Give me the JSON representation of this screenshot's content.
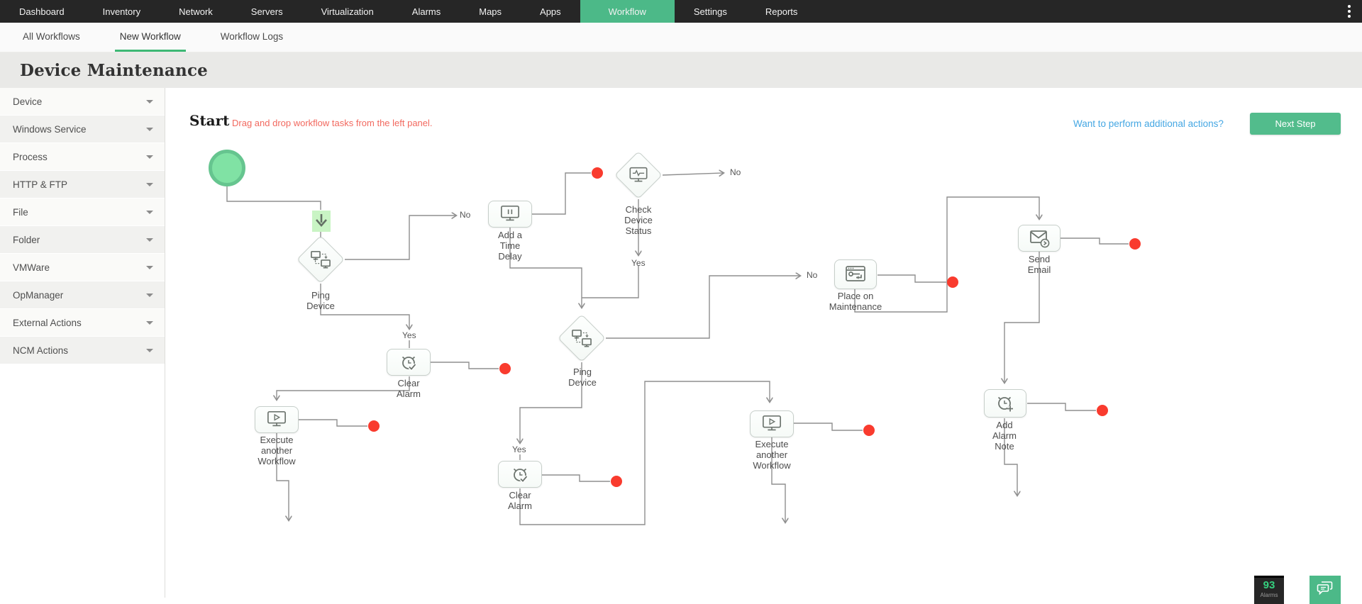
{
  "nav": {
    "items": [
      "Dashboard",
      "Inventory",
      "Network",
      "Servers",
      "Virtualization",
      "Alarms",
      "Maps",
      "Apps",
      "Workflow",
      "Settings",
      "Reports"
    ],
    "active": "Workflow",
    "overflow_menu_icon": "kebab-menu-icon"
  },
  "tabs": {
    "items": [
      "All Workflows",
      "New Workflow",
      "Workflow Logs"
    ],
    "active": "New Workflow"
  },
  "page": {
    "title": "Device Maintenance"
  },
  "sidebar": {
    "items": [
      "Device",
      "Windows Service",
      "Process",
      "HTTP & FTP",
      "File",
      "Folder",
      "VMWare",
      "OpManager",
      "External Actions",
      "NCM Actions"
    ],
    "chevron_icon": "chevron-down-icon"
  },
  "canvas_header": {
    "start_label": "Start",
    "hint": "Drag and drop workflow tasks from the left panel.",
    "link": "Want to perform additional actions?",
    "next_button": "Next Step"
  },
  "workflow": {
    "nodes": {
      "start": {
        "type": "start-circle"
      },
      "ping_device_1": {
        "label": "Ping Device",
        "shape": "decision",
        "icon": "ping-icon"
      },
      "add_time_delay": {
        "label": "Add a Time Delay",
        "shape": "action",
        "icon": "time-delay-icon"
      },
      "check_device_status": {
        "label": "Check Device Status",
        "shape": "decision",
        "icon": "device-status-icon"
      },
      "clear_alarm_1": {
        "label": "Clear Alarm",
        "shape": "action",
        "icon": "clear-alarm-icon"
      },
      "execute_workflow_1": {
        "label": "Execute another Workflow",
        "shape": "action",
        "icon": "execute-workflow-icon"
      },
      "ping_device_2": {
        "label": "Ping Device",
        "shape": "decision",
        "icon": "ping-icon"
      },
      "clear_alarm_2": {
        "label": "Clear Alarm",
        "shape": "action",
        "icon": "clear-alarm-icon"
      },
      "execute_workflow_2": {
        "label": "Execute another Workflow",
        "shape": "action",
        "icon": "execute-workflow-icon"
      },
      "place_on_maintenance": {
        "label": "Place on Maintenance",
        "shape": "action",
        "icon": "maintenance-icon"
      },
      "send_email": {
        "label": "Send Email",
        "shape": "action",
        "icon": "send-email-icon"
      },
      "add_alarm_note": {
        "label": "Add Alarm Note",
        "shape": "action",
        "icon": "add-alarm-note-icon"
      }
    },
    "decision_labels": {
      "yes": "Yes",
      "no": "No"
    },
    "endpoint_dots": 8
  },
  "status_bar": {
    "alarm_count": "93",
    "alarm_label": "Alarms"
  },
  "colors": {
    "nav_bg": "#262626",
    "nav_active_bg": "#4cb988",
    "tab_underline_green": "#3eb875",
    "title_bar_bg": "#e9e9e7",
    "hint_red": "#f2695f",
    "link_blue": "#45a7e3",
    "button_green": "#52bc8c",
    "connector_gray": "#8f8f8f",
    "endpoint_red": "#f93b2e",
    "start_node_fill": "#80e2a4",
    "start_node_border": "#66c58f",
    "drop_target_green": "#c9f4c4",
    "alarm_count_green": "#35d07f"
  }
}
